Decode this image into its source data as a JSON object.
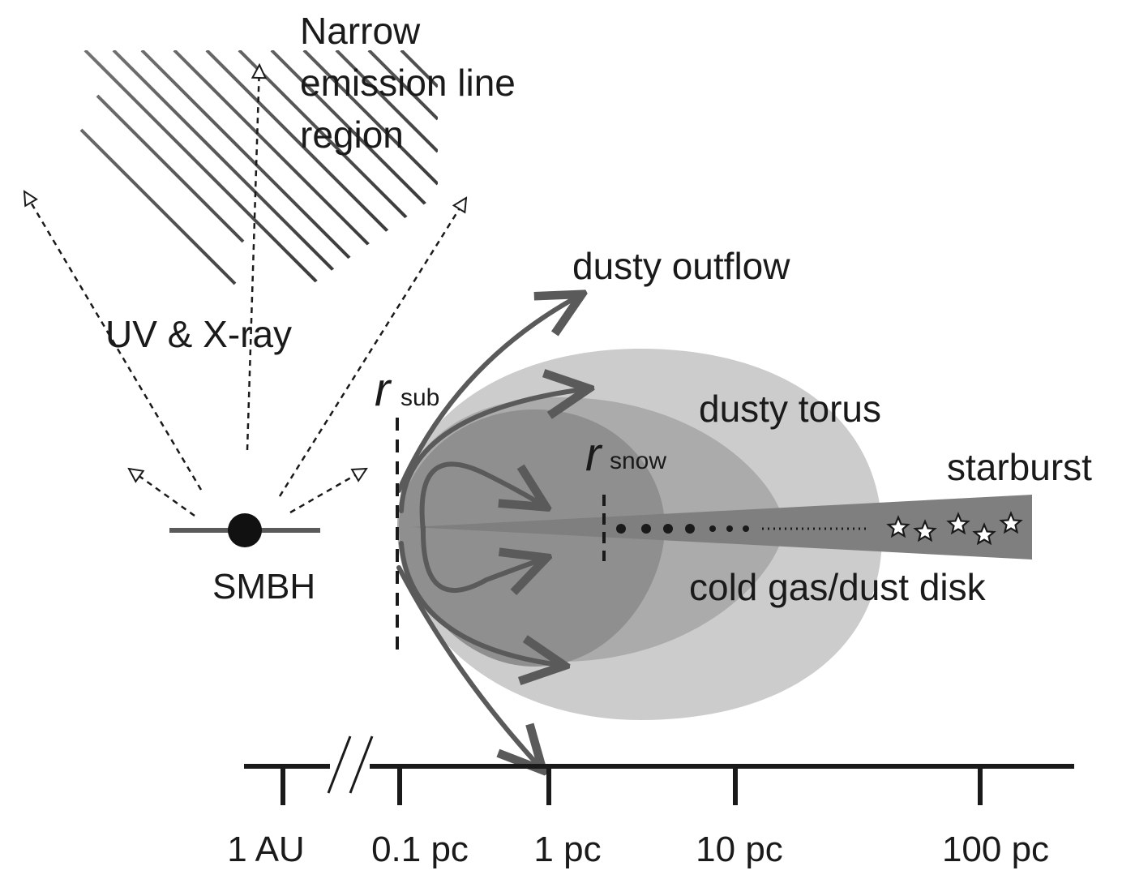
{
  "labels": {
    "nlr_line1": "Narrow",
    "nlr_line2": "emission line",
    "nlr_line3": "region",
    "uv_xray": "UV & X-ray",
    "smbh": "SMBH",
    "dusty_outflow": "dusty outflow",
    "dusty_torus": "dusty torus",
    "starburst": "starburst",
    "cold_disk": "cold gas/dust disk",
    "r_sub_symbol": "r",
    "r_sub_subscript": "sub",
    "r_snow_symbol": "r",
    "r_snow_subscript": "snow"
  },
  "axis": {
    "ticks": [
      "1 AU",
      "0.1 pc",
      "1 pc",
      "10 pc",
      "100 pc"
    ],
    "break_marker": "//"
  },
  "colors": {
    "ink": "#1a1a1a",
    "arrow_gray": "#5a5a5a",
    "torus_outer": "#c8c8c8",
    "torus_mid": "#a9a9a9",
    "torus_inner": "#8e8e8e",
    "disk": "#7d7d7d"
  }
}
